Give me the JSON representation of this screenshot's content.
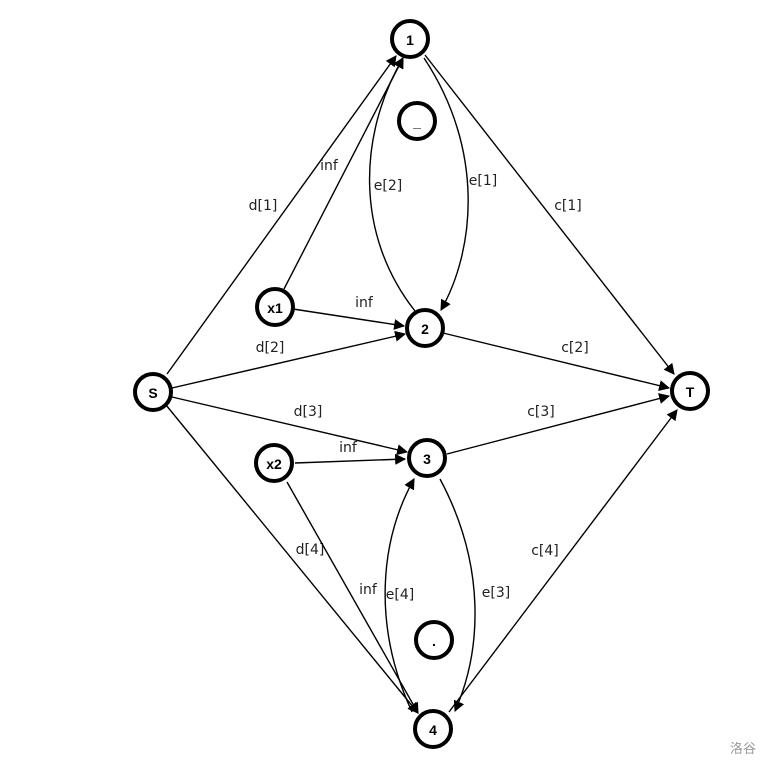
{
  "colors": {
    "stroke": "#000000",
    "fill": "#ffffff",
    "watermark": "#9a9a9a"
  },
  "nodes": {
    "n1": {
      "label": "1"
    },
    "n2": {
      "label": "2"
    },
    "n3": {
      "label": "3"
    },
    "n4": {
      "label": "4"
    },
    "S": {
      "label": "S"
    },
    "T": {
      "label": "T"
    },
    "x1": {
      "label": "x1"
    },
    "x2": {
      "label": "x2"
    },
    "u": {
      "label": "_"
    },
    "dot": {
      "label": "."
    }
  },
  "edges": {
    "S_1": {
      "label": "d[1]"
    },
    "S_2": {
      "label": "d[2]"
    },
    "S_3": {
      "label": "d[3]"
    },
    "S_4": {
      "label": "d[4]"
    },
    "1_T": {
      "label": "c[1]"
    },
    "2_T": {
      "label": "c[2]"
    },
    "3_T": {
      "label": "c[3]"
    },
    "4_T": {
      "label": "c[4]"
    },
    "1_2": {
      "label": "e[1]"
    },
    "2_1": {
      "label": "e[2]"
    },
    "3_4": {
      "label": "e[3]"
    },
    "4_3": {
      "label": "e[4]"
    },
    "x1_1": {
      "label": "inf"
    },
    "x1_2": {
      "label": "inf"
    },
    "x2_3": {
      "label": "inf"
    },
    "x2_4": {
      "label": "inf"
    }
  },
  "watermark": "洛谷"
}
